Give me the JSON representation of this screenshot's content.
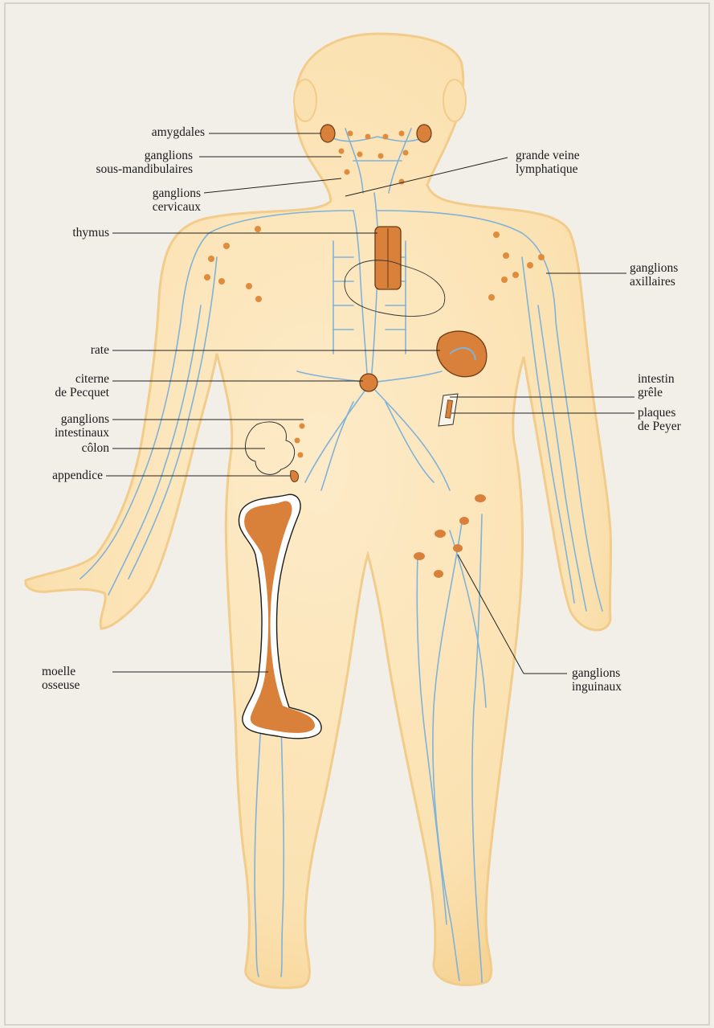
{
  "labels": {
    "amygdales": "amygdales",
    "ganglions_sous_mandibulaires_1": "ganglions",
    "ganglions_sous_mandibulaires_2": "sous-mandibulaires",
    "ganglions_cervicaux_1": "ganglions",
    "ganglions_cervicaux_2": "cervicaux",
    "thymus": "thymus",
    "rate": "rate",
    "citerne_1": "citerne",
    "citerne_2": "de Pecquet",
    "ganglions_intestinaux_1": "ganglions",
    "ganglions_intestinaux_2": "intestinaux",
    "colon": "côlon",
    "appendice": "appendice",
    "moelle_1": "moelle",
    "moelle_2": "osseuse",
    "grande_veine_1": "grande veine",
    "grande_veine_2": "lymphatique",
    "ganglions_axillaires_1": "ganglions",
    "ganglions_axillaires_2": "axillaires",
    "intestin_1": "intestin",
    "intestin_2": "grêle",
    "plaques_1": "plaques",
    "plaques_2": "de Peyer",
    "ganglions_inguinaux_1": "ganglions",
    "ganglions_inguinaux_2": "inguinaux"
  },
  "colors": {
    "page": "#f2efe9",
    "skin": "#fbe3b6",
    "skin_edge": "#f3cf8e",
    "lymph": "#7fb3d9",
    "organ": "#d9803a",
    "organ_edge": "#8a4b1c",
    "leader": "#222222"
  }
}
